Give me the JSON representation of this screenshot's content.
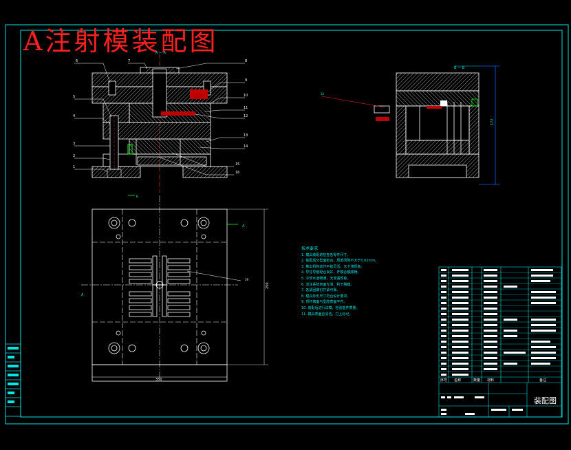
{
  "title": "A注射模装配图",
  "section_label_top": "A — A",
  "section_label_right": "B — B",
  "section_marker_left": "A",
  "section_marker_right": "A",
  "view_marker": "B",
  "dims": {
    "plan_width": "350",
    "plan_height": "250",
    "side_height": "172"
  },
  "part_numbers_left": [
    "6",
    "5",
    "4",
    "3",
    "2",
    "1"
  ],
  "part_numbers_top": [
    "7",
    "8"
  ],
  "part_numbers_right": [
    "9",
    "10",
    "11",
    "12",
    "13",
    "14",
    "15",
    "16"
  ],
  "side_callout": "16",
  "plan_callout": "19",
  "notes_heading": "技术要求",
  "notes": [
    "1. 模具装配前检查各零件尺寸。",
    "2. 装配后分型面密合，局部间隙不大于0.02mm。",
    "3. 推出机构动作平稳灵活，无卡滞现象。",
    "4. 导柱导套配合良好，开模合模顺畅。",
    "5. 冷却水道畅通，无渗漏现象。",
    "6. 浇注系统表面光滑，利于脱模。",
    "7. 各紧固螺钉拧紧可靠。",
    "8. 模具外形尺寸符合设计要求。",
    "9. 顶杆端面与型腔表面平齐。",
    "10. 装配后进行试模，检验塑件质量。",
    "11. 模具表面应清洁，打上标记。"
  ],
  "title_block": {
    "drawing_name": "装配图",
    "header_cols": [
      "序号",
      "名称",
      "数量",
      "材料",
      "备注"
    ]
  }
}
